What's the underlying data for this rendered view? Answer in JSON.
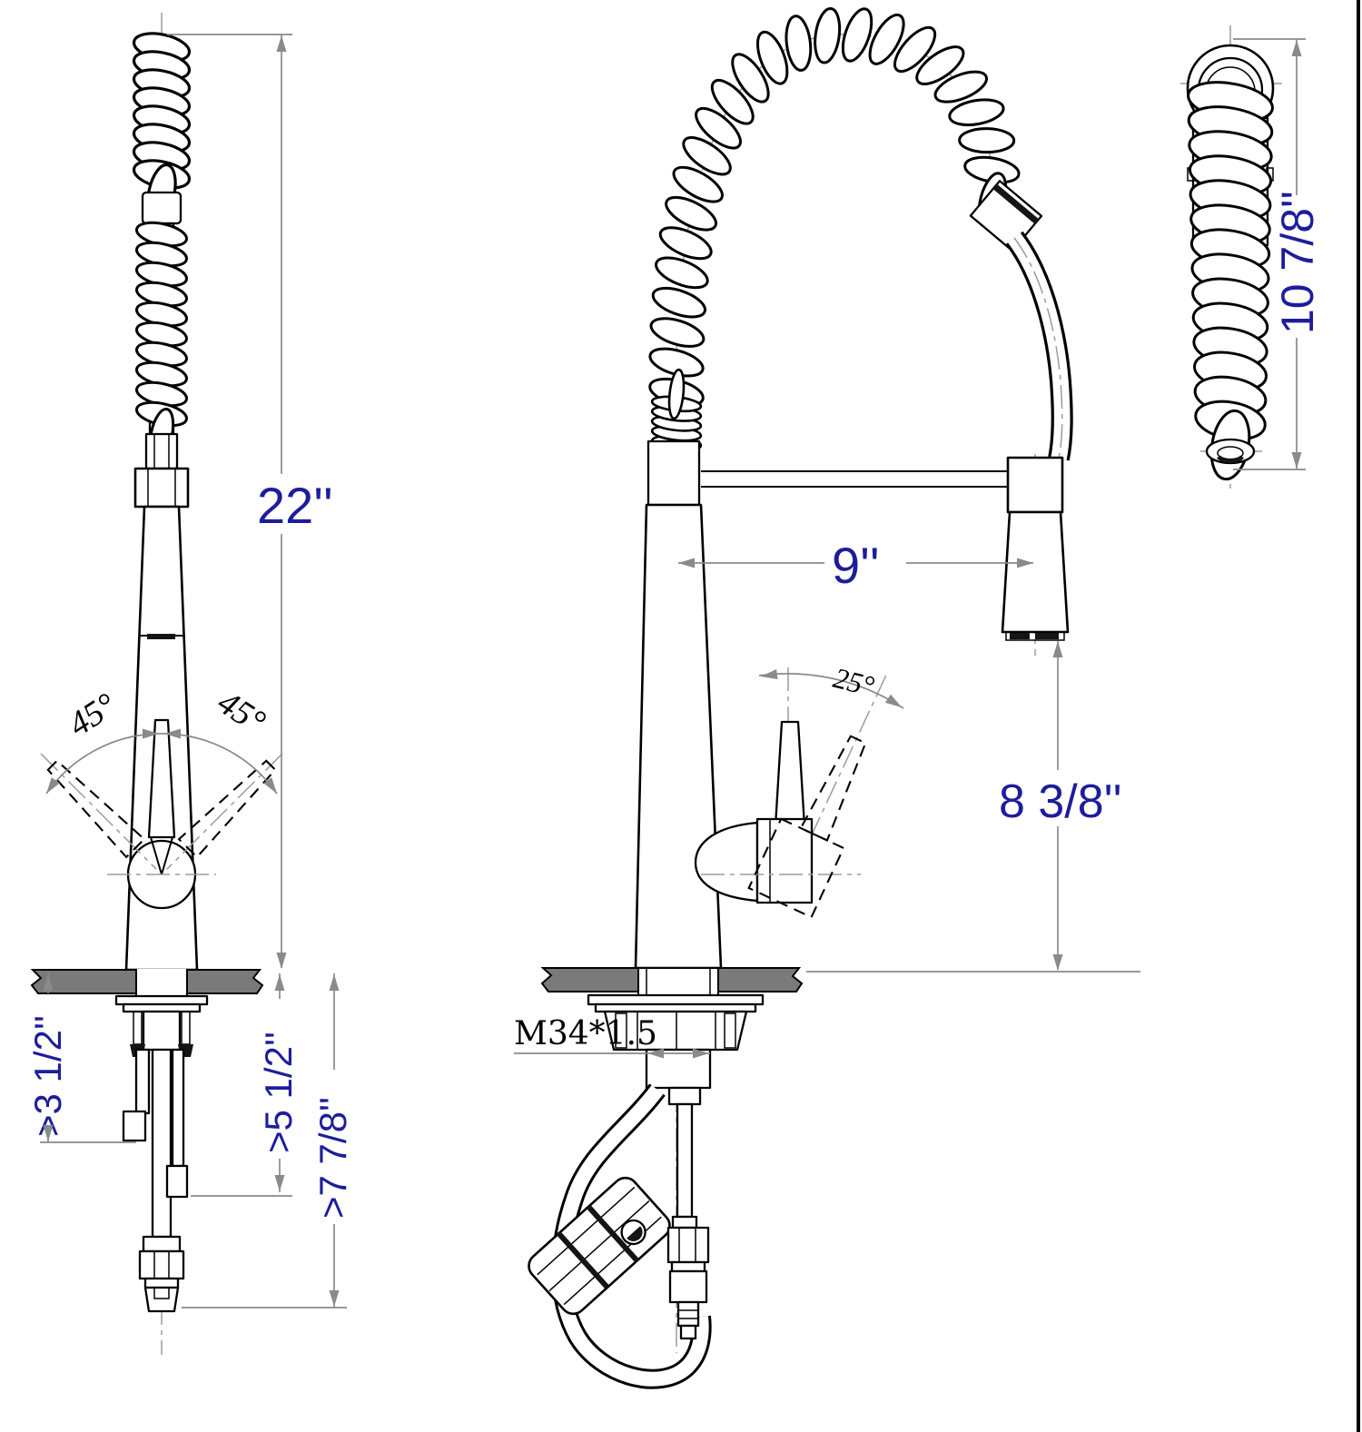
{
  "colors": {
    "dimension_text": "#1d1d9c",
    "outline": "#000000",
    "dimension_line": "#8a8a8a",
    "counter_fill": "#7a7a7a",
    "background": "#ffffff"
  },
  "front": {
    "overall_height": "22''",
    "swing_left": "45°",
    "swing_right": "45°",
    "clearance_deck": ">3 1/2''",
    "clearance_mid": ">5 1/2''",
    "clearance_full": ">7 7/8''"
  },
  "side": {
    "spout_reach": "9''",
    "handle_tilt": "25°",
    "spout_height": "8 3/8''",
    "thread": "M34*1.5"
  },
  "top": {
    "sprayer_length": "10 7/8''"
  }
}
